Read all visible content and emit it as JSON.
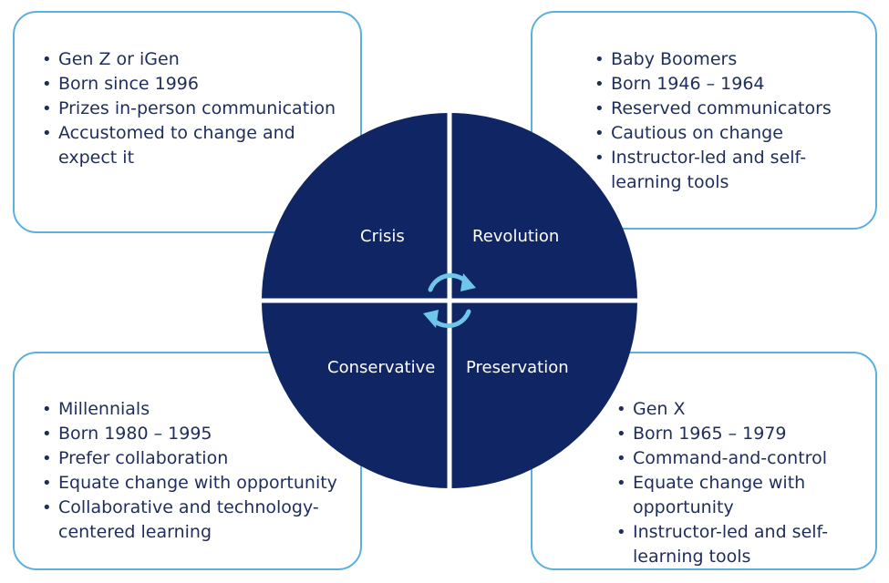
{
  "quadrants": {
    "top_left": "Crisis",
    "top_right": "Revolution",
    "bottom_left": "Conservative",
    "bottom_right": "Preservation"
  },
  "boxes": {
    "top_left": {
      "items": [
        "Gen Z or iGen",
        "Born since 1996",
        "Prizes in-person communication",
        "Accustomed to change and expect it"
      ]
    },
    "top_right": {
      "items": [
        "Baby Boomers",
        "Born 1946 – 1964",
        "Reserved communicators",
        "Cautious on change",
        "Instructor-led and self-learning tools"
      ]
    },
    "bottom_left": {
      "items": [
        "Millennials",
        "Born 1980 – 1995",
        "Prefer collaboration",
        "Equate change with opportunity",
        "Collaborative and technology-centered learning"
      ]
    },
    "bottom_right": {
      "items": [
        "Gen X",
        "Born 1965 – 1979",
        "Command-and-control",
        "Equate change with opportunity",
        "Instructor-led and self-learning tools"
      ]
    }
  },
  "colors": {
    "circle_fill": "#102664",
    "box_border": "#5bb0de",
    "text": "#1f2d5c",
    "cycle_icon": "#6ec6ea"
  },
  "icons": {
    "center": "cycle-arrows-icon"
  }
}
